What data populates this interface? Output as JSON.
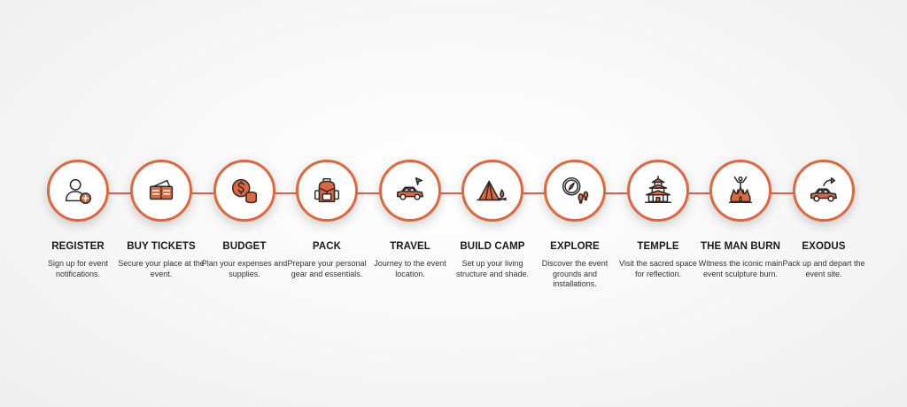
{
  "colors": {
    "accent": "#e0673d",
    "icon_stroke": "#2b2b2b",
    "title_text": "#1b1b1b",
    "desc_text": "#333333"
  },
  "steps": [
    {
      "title": "REGISTER",
      "desc": "Sign up for event notifications.",
      "icon": "user-add-icon"
    },
    {
      "title": "BUY TICKETS",
      "desc": "Secure your place at the event.",
      "icon": "ticket-icon"
    },
    {
      "title": "BUDGET",
      "desc": "Plan your expenses and supplies.",
      "icon": "coins-icon"
    },
    {
      "title": "PACK",
      "desc": "Prepare your personal gear and essentials.",
      "icon": "backpack-icon"
    },
    {
      "title": "TRAVEL",
      "desc": "Journey to the event location.",
      "icon": "car-icon"
    },
    {
      "title": "BUILD CAMP",
      "desc": "Set up your living structure and shade.",
      "icon": "tent-icon"
    },
    {
      "title": "EXPLORE",
      "desc": "Discover the event grounds and installations.",
      "icon": "compass-icon"
    },
    {
      "title": "TEMPLE",
      "desc": "Visit the sacred space for reflection.",
      "icon": "temple-icon"
    },
    {
      "title": "THE MAN BURN",
      "desc": "Witness the iconic main event sculpture burn.",
      "icon": "bonfire-icon"
    },
    {
      "title": "EXODUS",
      "desc": "Pack up and depart the event site.",
      "icon": "car-depart-icon"
    }
  ]
}
